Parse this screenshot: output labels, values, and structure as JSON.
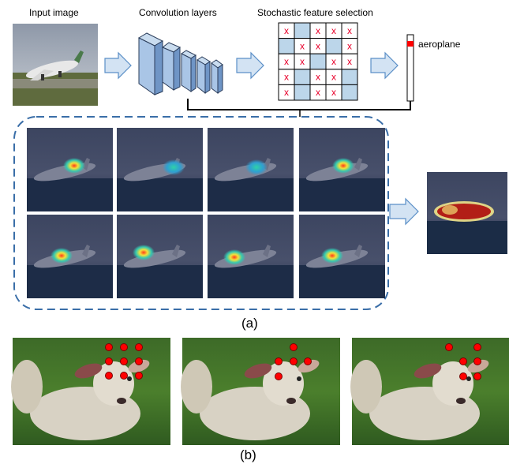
{
  "panel_a": {
    "caption": "(a)",
    "input_label": "Input image",
    "conv_label": "Convolution layers",
    "selection_label": "Stochastic feature selection",
    "output_label": "aeroplane",
    "grid": [
      [
        "x",
        "",
        "x",
        "x",
        "x"
      ],
      [
        "",
        "x",
        "x",
        "",
        "x"
      ],
      [
        "x",
        "x",
        "",
        "x",
        "x"
      ],
      [
        "x",
        "",
        "x",
        "x",
        ""
      ],
      [
        "x",
        "",
        "x",
        "x",
        ""
      ]
    ]
  },
  "panel_b": {
    "caption": "(b)"
  }
}
